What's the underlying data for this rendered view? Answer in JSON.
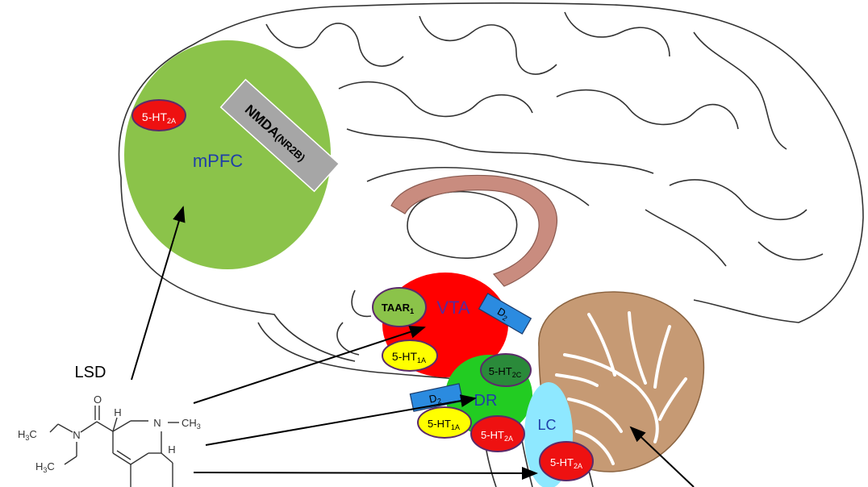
{
  "diagram": {
    "drug_label": "LSD",
    "molecule": {
      "name_text": "LSD",
      "atoms": {
        "carbonyl_o": "O",
        "amide_n": "N",
        "ring_n": "N",
        "ch3": "CH",
        "ch3_sub": "3",
        "h_top": "H",
        "h_right": "H"
      },
      "ethyl_upper": {
        "h": "H",
        "sub": "3",
        "c": "C"
      },
      "ethyl_lower": {
        "h": "H",
        "sub": "3",
        "c": "C"
      }
    },
    "regions": {
      "mpfc": {
        "label": "mPFC",
        "color": "#8bc34a"
      },
      "vta": {
        "label": "VTA",
        "color": "#ff0000"
      },
      "dr": {
        "label": "DR",
        "color": "#22cc22"
      },
      "lc": {
        "label": "LC",
        "color": "#8ee8ff"
      }
    },
    "receptors": {
      "mpfc_5ht2a": {
        "main": "5-HT",
        "sub": "2A"
      },
      "nmda": {
        "main": "NMDA",
        "paren": "(NR2B)"
      },
      "taar1": {
        "main": "TAAR",
        "sub": "1"
      },
      "vta_d2": {
        "main": "D",
        "sub": "2"
      },
      "vta_5ht1a": {
        "main": "5-HT",
        "sub": "1A"
      },
      "dr_5ht2c": {
        "main": "5-HT",
        "sub": "2C"
      },
      "dr_d2": {
        "main": "D",
        "sub": "2"
      },
      "dr_5ht1a": {
        "main": "5-HT",
        "sub": "1A"
      },
      "dr_5ht2a": {
        "main": "5-HT",
        "sub": "2A"
      },
      "lc_5ht2a": {
        "main": "5-HT",
        "sub": "2A"
      }
    },
    "colors": {
      "brain_outline": "#333333",
      "corpus_callosum": "#c98c7f",
      "cerebellum": "#b98a63",
      "receptor_red": "#ee1111",
      "receptor_yellow": "#ffff00",
      "receptor_darkgreen": "#2a8a3a",
      "receptor_blue": "#2b8be0",
      "nmda_gray": "#a6a6a6"
    }
  }
}
